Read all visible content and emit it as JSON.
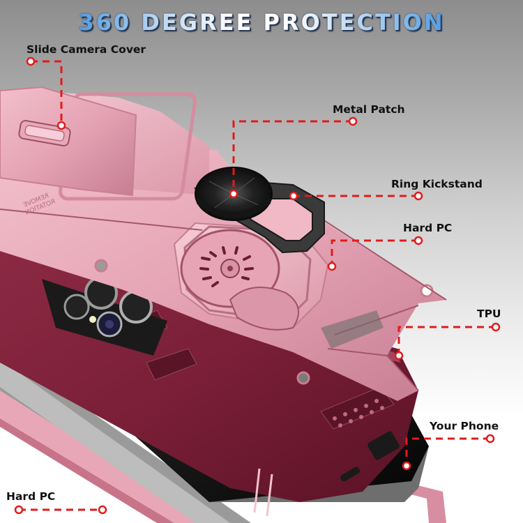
{
  "headline": {
    "text": "360 DEGREE PROTECTION",
    "gradient_colors": [
      "#2f7fd0",
      "#ffffff",
      "#2a7ad0"
    ]
  },
  "callouts": [
    {
      "id": "slide-camera-cover",
      "label": "Slide Camera Cover"
    },
    {
      "id": "metal-patch",
      "label": "Metal Patch"
    },
    {
      "id": "ring-kickstand",
      "label": "Ring Kickstand"
    },
    {
      "id": "hard-pc-top",
      "label": "Hard PC"
    },
    {
      "id": "tpu",
      "label": "TPU"
    },
    {
      "id": "your-phone",
      "label": "Your Phone"
    },
    {
      "id": "hard-pc-bottom",
      "label": "Hard PC"
    }
  ],
  "colors": {
    "callout_line": "#e01b1b",
    "label_text": "#111111",
    "case_pink": "#e7a9b8",
    "case_pink_dark": "#b86e83",
    "tpu_maroon": "#7a1f35",
    "ring_black": "#1e1e1e"
  },
  "product": {
    "engraved_text": [
      "REMOVE",
      "ROTATION"
    ]
  }
}
